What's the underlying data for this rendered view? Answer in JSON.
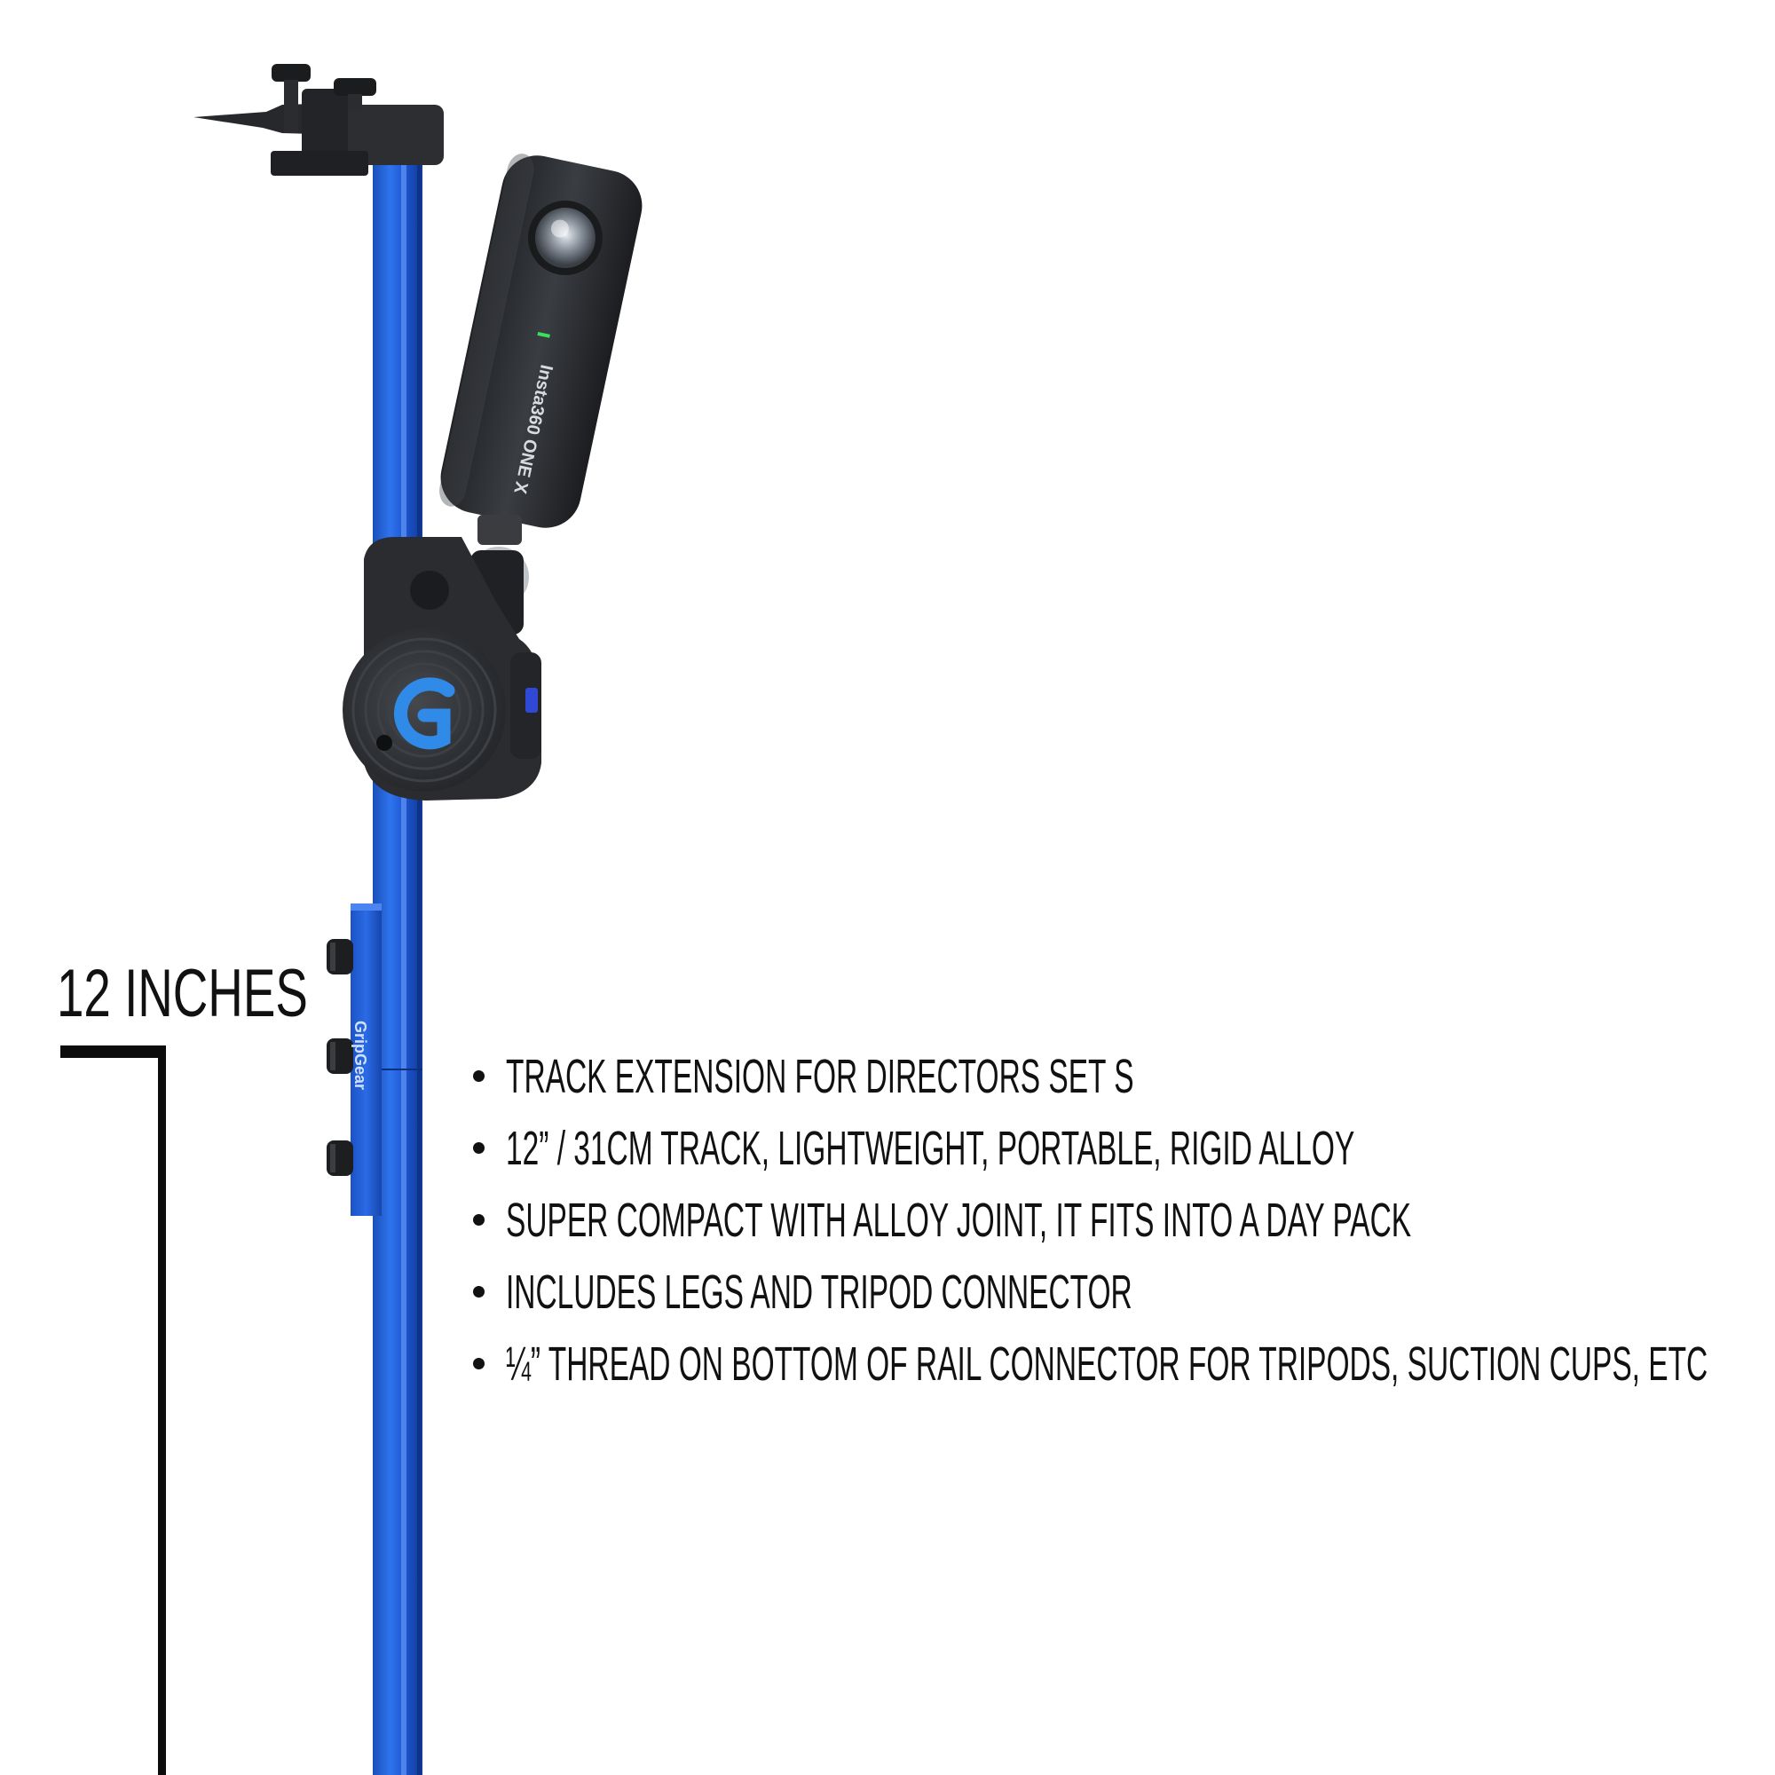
{
  "dimension": {
    "label": "12 INCHES"
  },
  "camera": {
    "brand_text": "Insta360 ONE X"
  },
  "track": {
    "brand_text": "GripGear"
  },
  "features": [
    {
      "text": "TRACK EXTENSION FOR DIRECTORS SET S"
    },
    {
      "text": "12” / 31CM TRACK, LIGHTWEIGHT, PORTABLE, RIGID ALLOY"
    },
    {
      "text": "SUPER COMPACT WITH ALLOY JOINT, IT FITS INTO A DAY PACK"
    },
    {
      "text": "INCLUDES LEGS AND TRIPOD CONNECTOR"
    },
    {
      "text": "¼” THREAD ON BOTTOM OF RAIL CONNECTOR FOR TRIPODS, SUCTION CUPS, ETC"
    }
  ],
  "colors": {
    "rail_blue": "#1f5fd6",
    "device_black": "#2b2d30",
    "text": "#111111",
    "background": "#ffffff"
  }
}
